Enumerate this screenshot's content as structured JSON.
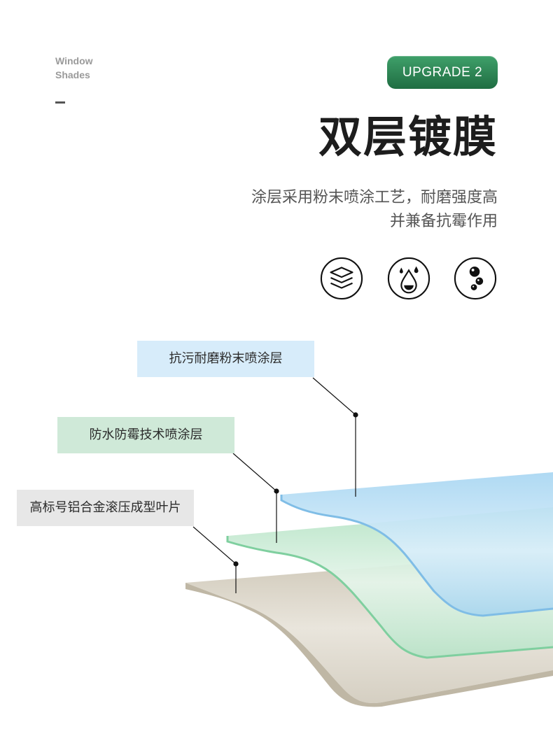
{
  "brand": {
    "line1": "Window",
    "line2": "Shades"
  },
  "badge": {
    "text": "UPGRADE 2"
  },
  "title": "双层镀膜",
  "description": {
    "line1": "涂层采用粉末喷涂工艺，耐磨强度高",
    "line2": "并兼备抗霉作用"
  },
  "feature_icons": [
    "layers-icon",
    "water-drop-icon",
    "bubbles-icon"
  ],
  "layers": [
    {
      "label": "抗污耐磨粉末喷涂层",
      "color": "#d7ecfa"
    },
    {
      "label": "防水防霉技术喷涂层",
      "color": "#cfe9d8"
    },
    {
      "label": "高标号铝合金滚压成型叶片",
      "color": "#e7e7e7"
    }
  ],
  "colors": {
    "badge_green": "#2e8a55",
    "blue_layer": "#8ec7ea",
    "green_layer": "#8fd3a8",
    "metal_layer": "#cfc7b8"
  }
}
